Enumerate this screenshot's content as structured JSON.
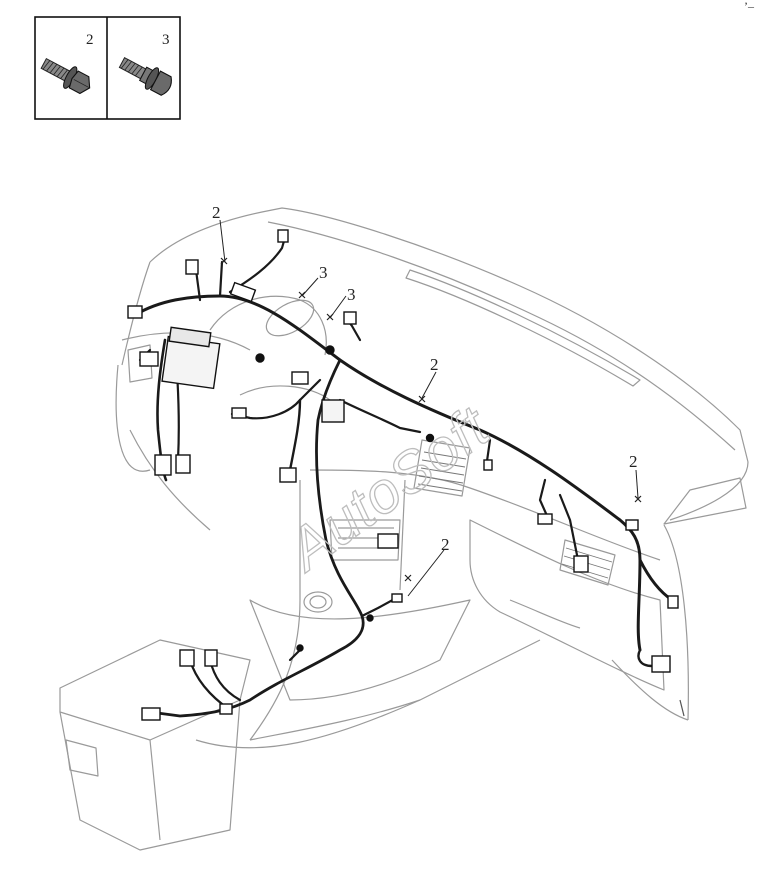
{
  "fastener_key": [
    {
      "number": "2",
      "icon": "flange-bolt-icon"
    },
    {
      "number": "3",
      "icon": "shoulder-bolt-icon"
    }
  ],
  "callouts": [
    "2",
    "3",
    "3",
    "2",
    "2",
    "2"
  ],
  "watermark": "AutoSoft",
  "corner_mark": "’–"
}
